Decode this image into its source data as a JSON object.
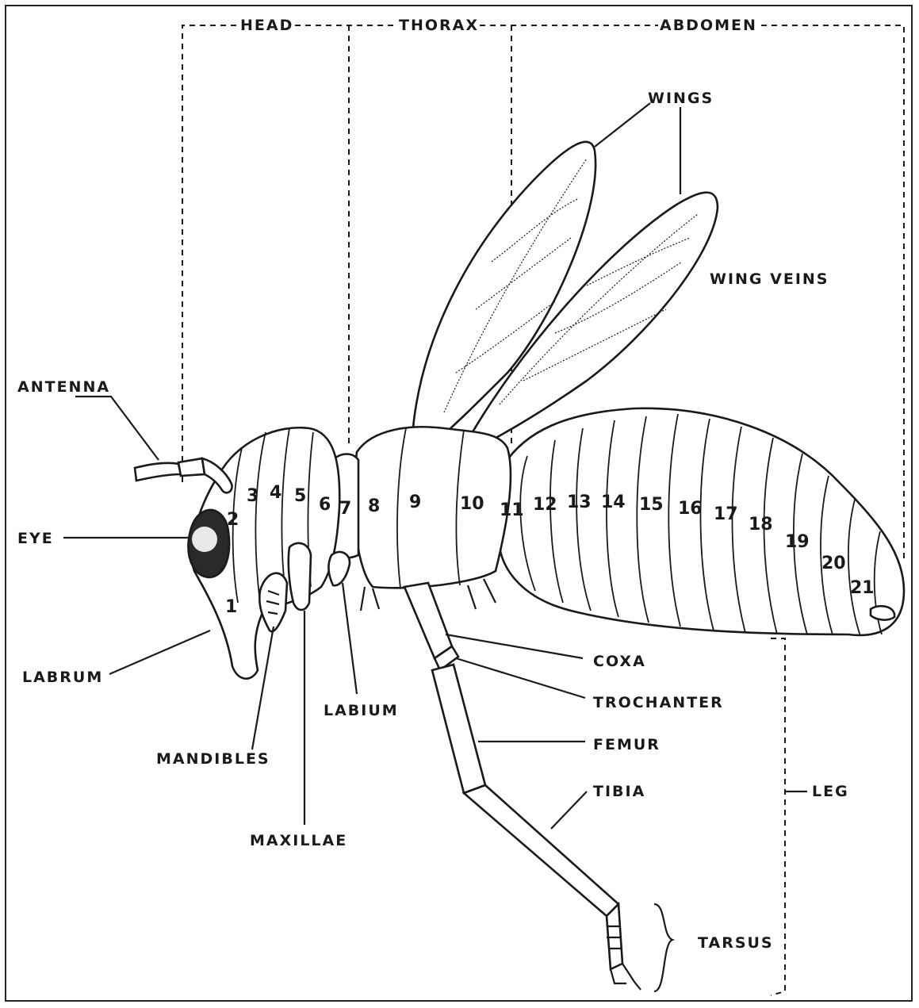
{
  "regions": {
    "head": "HEAD",
    "thorax": "THORAX",
    "abdomen": "ABDOMEN"
  },
  "labels": {
    "antenna": "ANTENNA",
    "eye": "EYE",
    "labrum": "LABRUM",
    "mandibles": "MANDIBLES",
    "maxillae": "MAXILLAE",
    "labium": "LABIUM",
    "wings": "WINGS",
    "wing_veins": "WING VEINS",
    "coxa": "COXA",
    "trochanter": "TROCHANTER",
    "femur": "FEMUR",
    "tibia": "TIBIA",
    "tarsus": "TARSUS",
    "leg": "LEG"
  },
  "segments": [
    "1",
    "2",
    "3",
    "4",
    "5",
    "6",
    "7",
    "8",
    "9",
    "10",
    "11",
    "12",
    "13",
    "14",
    "15",
    "16",
    "17",
    "18",
    "19",
    "20",
    "21"
  ]
}
